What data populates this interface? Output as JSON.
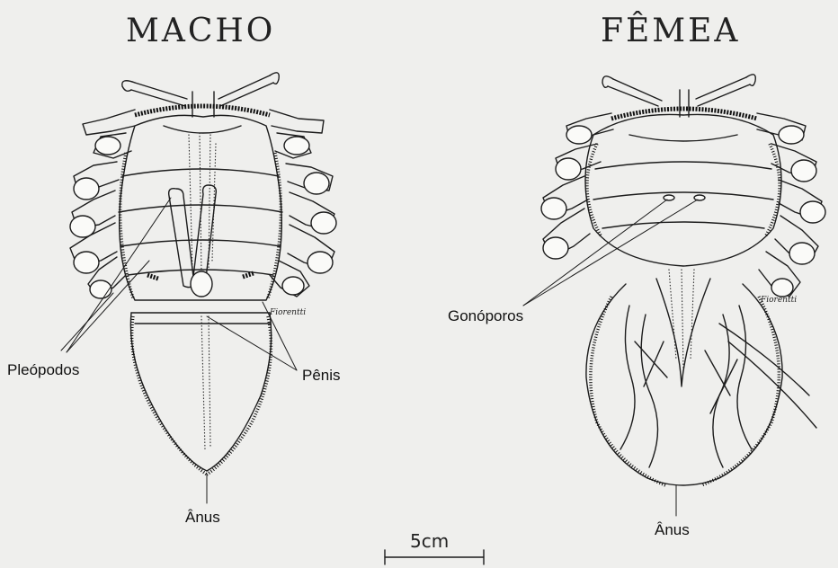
{
  "figure": {
    "male": {
      "title": "MACHO",
      "labels": {
        "pleopods": "Pleópodos",
        "penis": "Pênis",
        "anus": "Ânus"
      }
    },
    "female": {
      "title": "FÊMEA",
      "labels": {
        "gonopores": "Gonóporos",
        "anus": "Ânus"
      }
    },
    "scale_bar": {
      "label": "5cm"
    },
    "signature": "Fiorentti"
  }
}
